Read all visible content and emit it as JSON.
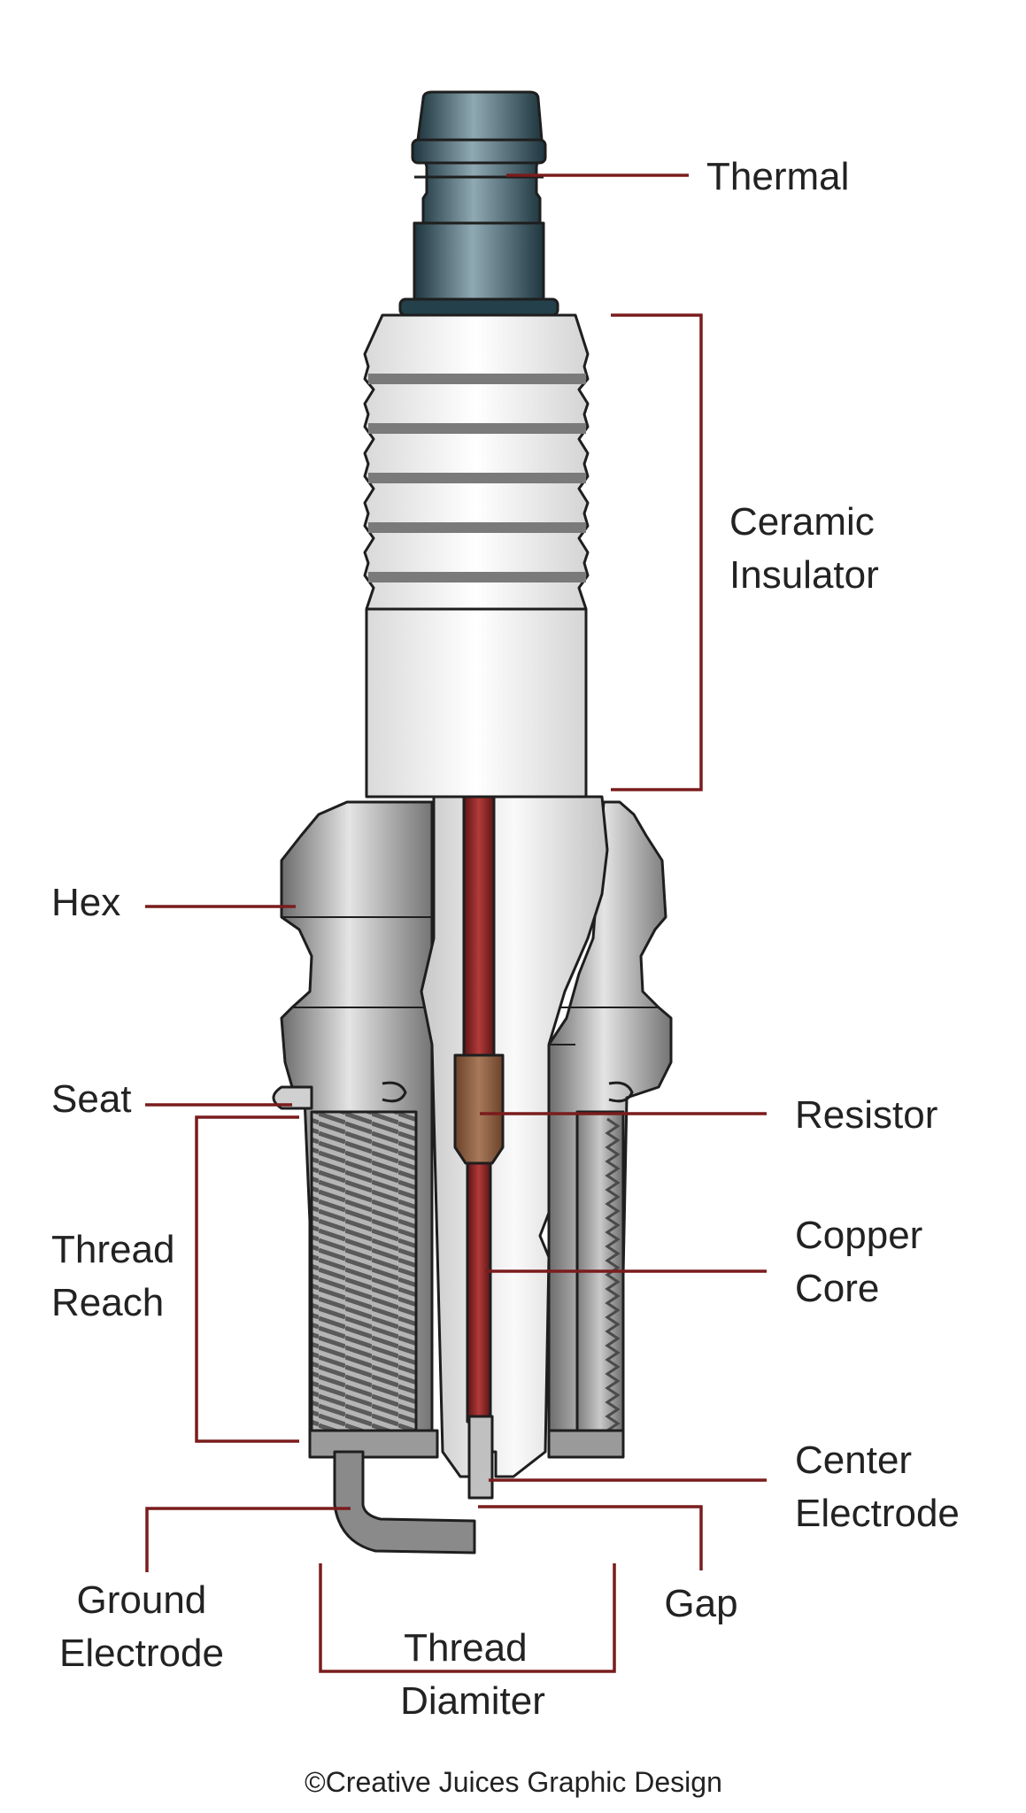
{
  "labels": {
    "thermal": "Thermal",
    "ceramic_insulator": [
      "Ceramic",
      "Insulator"
    ],
    "hex": "Hex",
    "seat": "Seat",
    "thread_reach": [
      "Thread",
      "Reach"
    ],
    "resistor": "Resistor",
    "copper_core": [
      "Copper",
      "Core"
    ],
    "center_electrode": [
      "Center",
      "Electrode"
    ],
    "ground_electrode": [
      "Ground",
      "Electrode"
    ],
    "gap": "Gap",
    "thread_diameter": [
      "Thread",
      "Diamiter"
    ]
  },
  "credit": "©Creative Juices Graphic Design",
  "colors": {
    "leader_line": "#7a1c1c",
    "terminal": "#2f4a55",
    "ceramic": "#f2f2f2",
    "metal": "#a9a9a9",
    "copper_core": "#8b2222",
    "resistor": "#8a5a3c"
  }
}
